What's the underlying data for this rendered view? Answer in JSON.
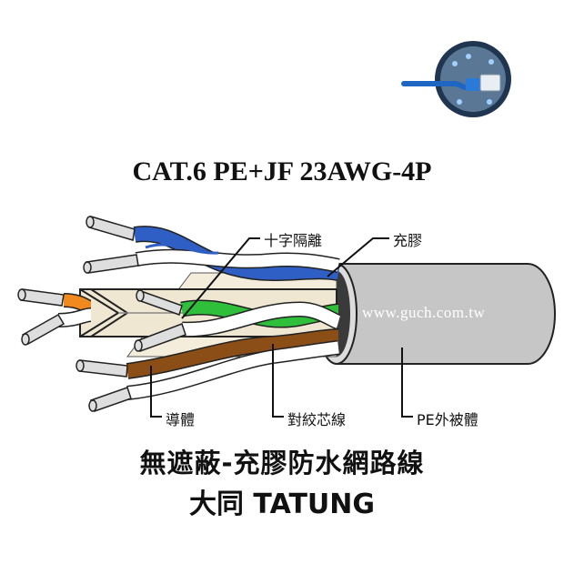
{
  "title": "CAT.6 PE+JF 23AWG-4P",
  "watermark": "www.guch.com.tw",
  "labels": {
    "cross_separator": "十字隔離",
    "jelly_fill": "充膠",
    "conductor": "導體",
    "twisted_pair": "對絞芯線",
    "pe_jacket": "PE外被體"
  },
  "caption": {
    "line1": "無遮蔽-充膠防水網路線",
    "line2": "大同 TATUNG"
  },
  "colors": {
    "blue": "#2f5fc4",
    "green": "#2fbf3a",
    "orange": "#f08a1e",
    "brown": "#8a4e16",
    "jacket": "#c9c9c9",
    "logo_blue": "#2a7fd0"
  }
}
